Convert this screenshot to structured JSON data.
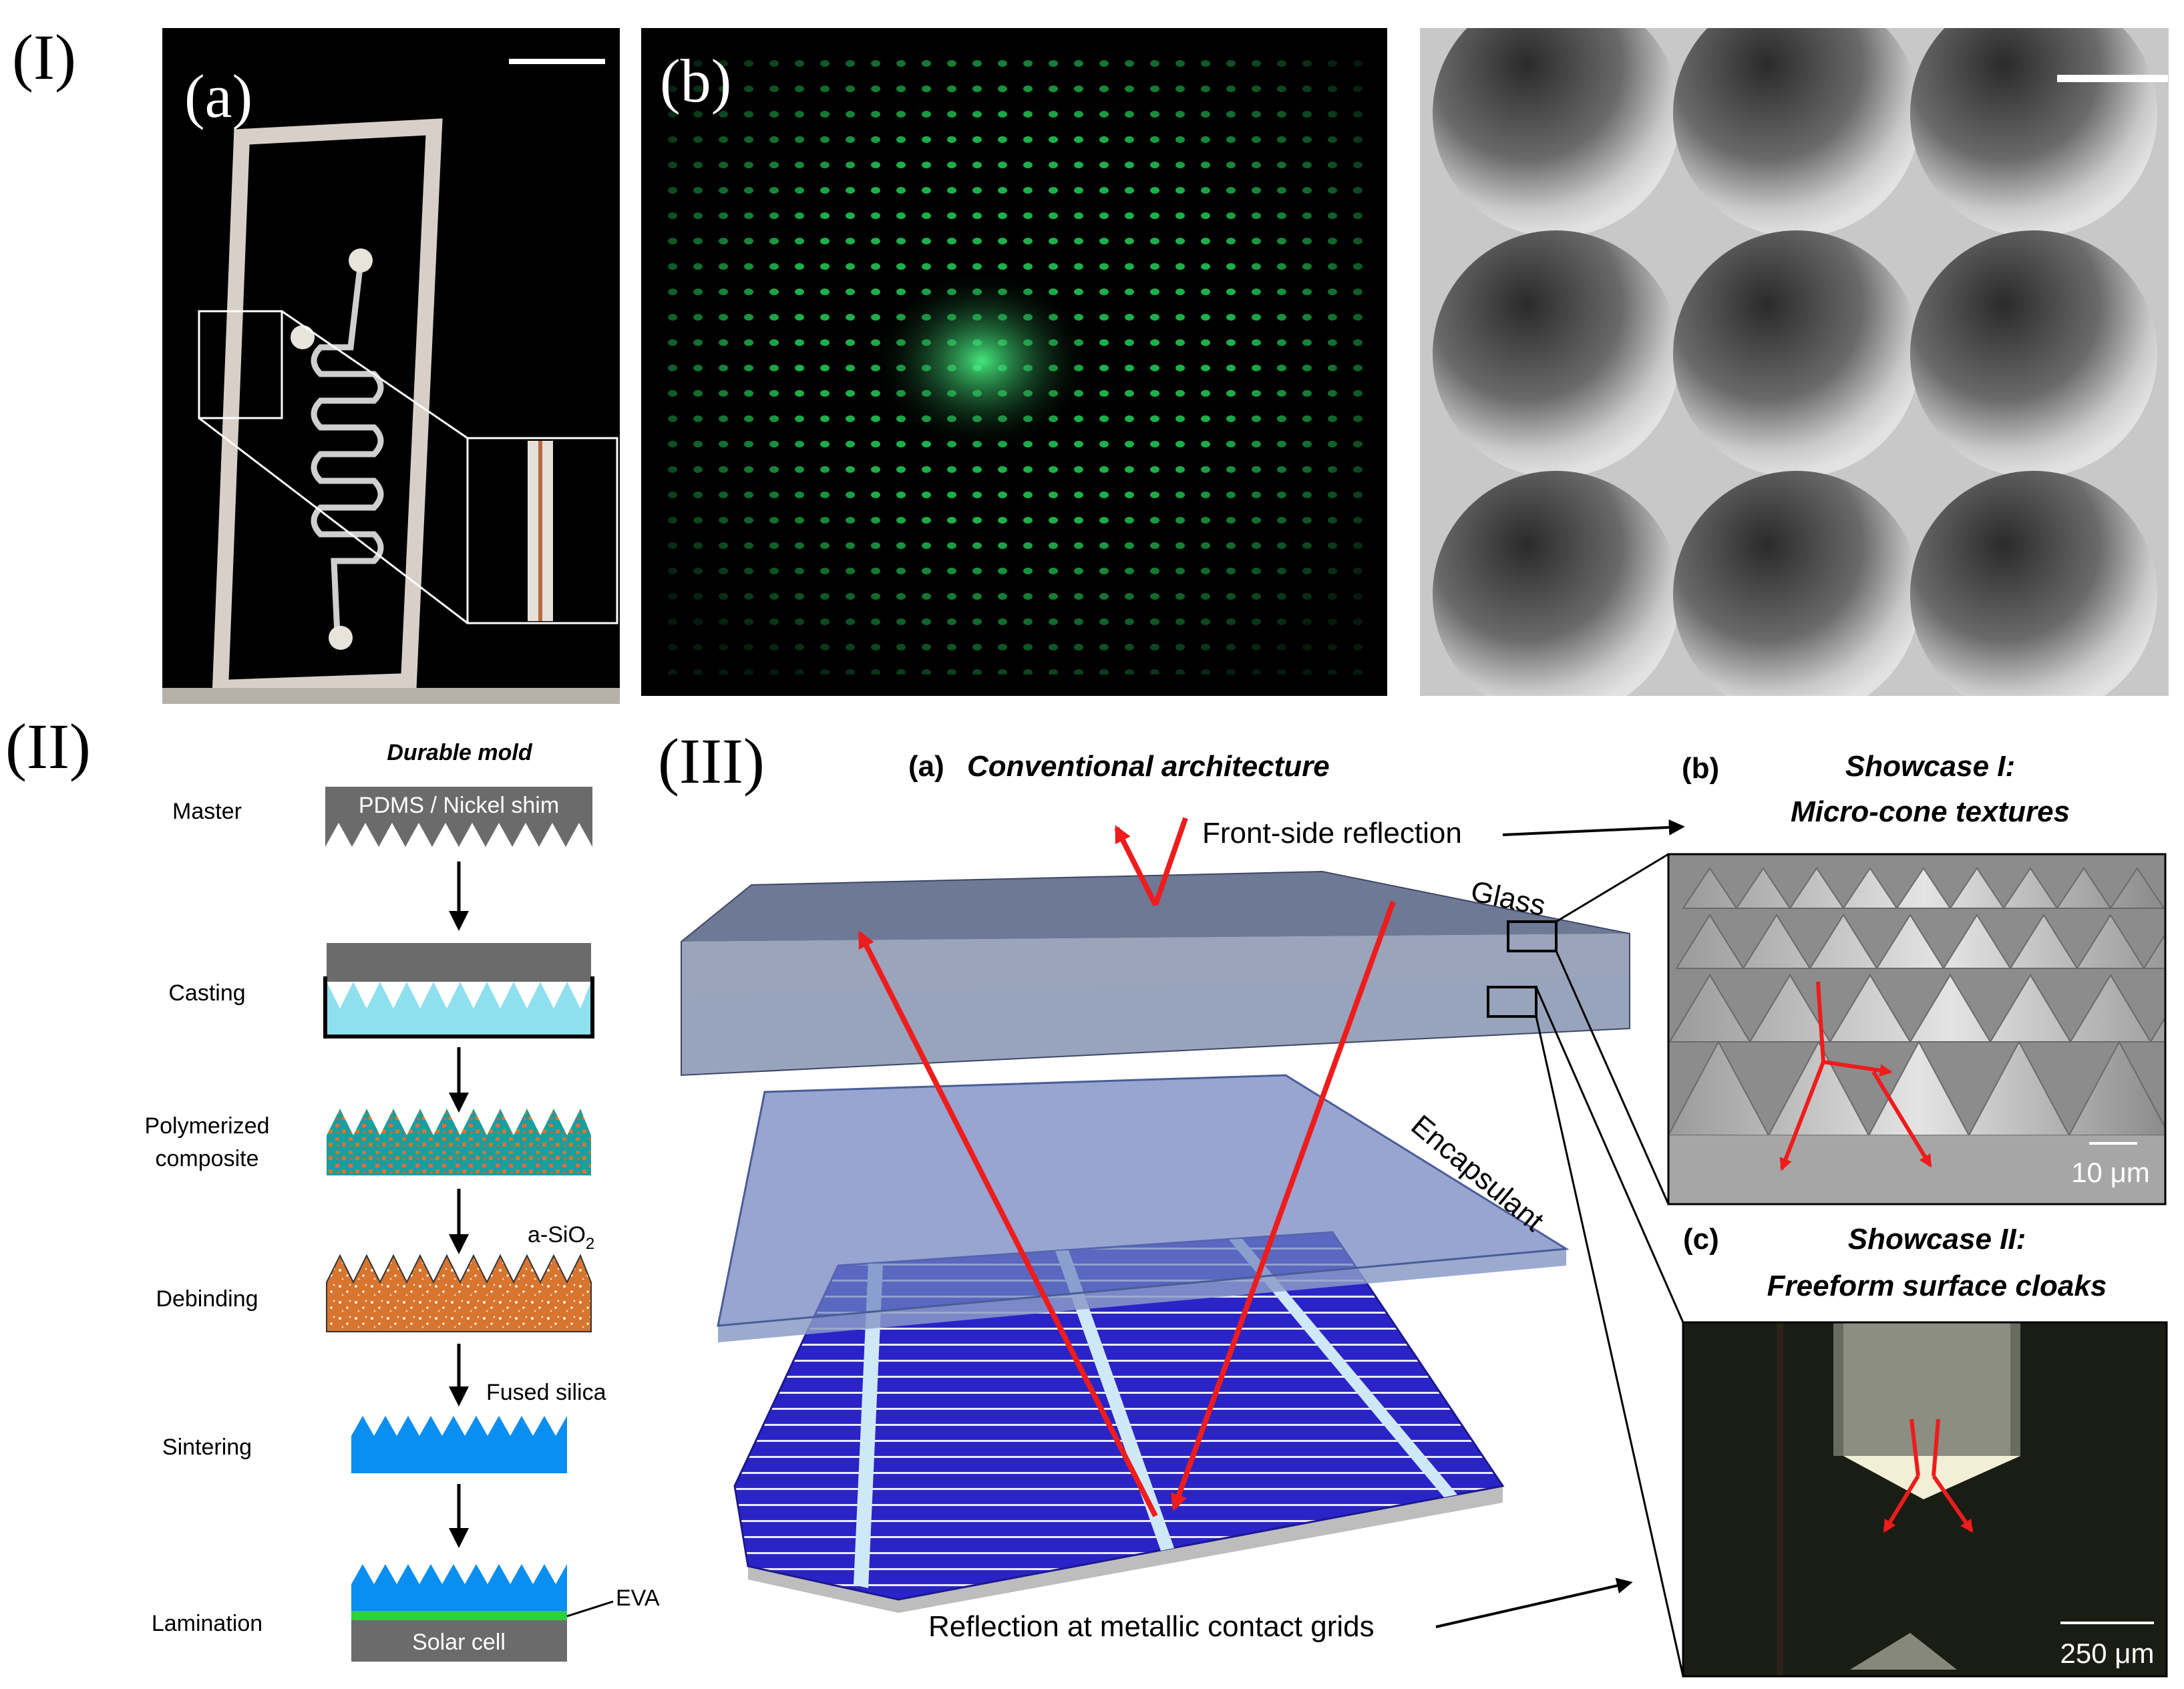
{
  "section_labels": {
    "s1": "(I)",
    "s2": "(II)",
    "s3": "(III)"
  },
  "panel_I": {
    "a": "(a)",
    "b": "(b)"
  },
  "panel_II": {
    "title": "Durable mold",
    "master_material": "PDMS / Nickel shim",
    "step_labels": [
      "Master",
      "Casting",
      "Polymerized",
      "composite",
      "Debinding",
      "Sintering",
      "Lamination"
    ],
    "a_sio2_prefix": "a-SiO",
    "a_sio2_sub": "2",
    "fused_silica": "Fused silica",
    "eva": "EVA",
    "solar_cell": "Solar cell"
  },
  "panel_III": {
    "a_label": "(a)",
    "a_title": "Conventional architecture",
    "front_reflection": "Front-side reflection",
    "glass": "Glass",
    "encapsulant": "Encapsulant",
    "solar_cell": "Solar cell",
    "grid_reflection": "Reflection at metallic contact grids",
    "b_label": "(b)",
    "b_title_1": "Showcase I:",
    "b_title_2": "Micro-cone textures",
    "b_scale": "10 μm",
    "c_label": "(c)",
    "c_title_1": "Showcase II:",
    "c_title_2": "Freeform surface cloaks",
    "c_scale": "250 μm"
  },
  "colors": {
    "arrow_red": "#ee1c1c",
    "glass": "#5d6a8a",
    "encapsulant": "#4a5d9e",
    "cell_blue": "#2a24c8",
    "mold_gray": "#6b6b6b",
    "cast_cyan": "#8ee0ee",
    "composite_orange": "#d8752e",
    "composite_teal": "#1a9e9e",
    "silica_blue": "#0a8ef0",
    "eva_green": "#2ed13c"
  },
  "icons": [
    "down-arrow-icon",
    "right-arrow-icon",
    "red-light-ray-icon",
    "scale-bar-icon"
  ]
}
